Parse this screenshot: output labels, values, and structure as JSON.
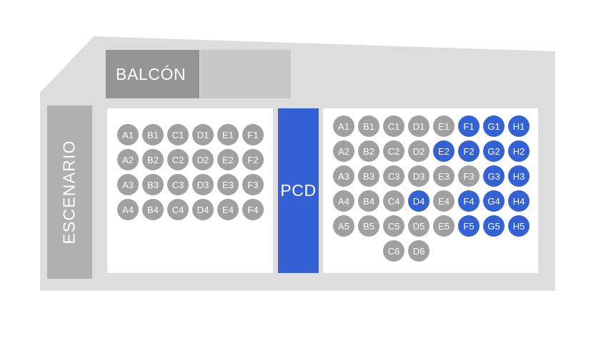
{
  "venue": {
    "outline_color": "#dddddd",
    "panel_color": "#ffffff",
    "background_color": "#ffffff"
  },
  "stage": {
    "label": "ESCENARIO",
    "color": "#b0b0b0",
    "orientation": "vertical"
  },
  "balcony": {
    "label": "BALCÓN",
    "color": "#949494",
    "adjacent_block_color": "#c8c8c8"
  },
  "pcd": {
    "label": "PCD",
    "color": "#3461d4"
  },
  "legend": {
    "available_color": "#a0a0a0",
    "selected_color": "#3461d4"
  },
  "sections": [
    {
      "name": "left-section",
      "columns": [
        "A",
        "B",
        "C",
        "D",
        "E",
        "F"
      ],
      "rows": [
        1,
        2,
        3,
        4
      ],
      "seats": [
        {
          "label": "A1",
          "col": 0,
          "row": 0,
          "state": "available"
        },
        {
          "label": "B1",
          "col": 1,
          "row": 0,
          "state": "available"
        },
        {
          "label": "C1",
          "col": 2,
          "row": 0,
          "state": "available"
        },
        {
          "label": "D1",
          "col": 3,
          "row": 0,
          "state": "available"
        },
        {
          "label": "E1",
          "col": 4,
          "row": 0,
          "state": "available"
        },
        {
          "label": "F1",
          "col": 5,
          "row": 0,
          "state": "available"
        },
        {
          "label": "A2",
          "col": 0,
          "row": 1,
          "state": "available"
        },
        {
          "label": "B2",
          "col": 1,
          "row": 1,
          "state": "available"
        },
        {
          "label": "C2",
          "col": 2,
          "row": 1,
          "state": "available"
        },
        {
          "label": "D2",
          "col": 3,
          "row": 1,
          "state": "available"
        },
        {
          "label": "E2",
          "col": 4,
          "row": 1,
          "state": "available"
        },
        {
          "label": "F2",
          "col": 5,
          "row": 1,
          "state": "available"
        },
        {
          "label": "A3",
          "col": 0,
          "row": 2,
          "state": "available"
        },
        {
          "label": "B3",
          "col": 1,
          "row": 2,
          "state": "available"
        },
        {
          "label": "C3",
          "col": 2,
          "row": 2,
          "state": "available"
        },
        {
          "label": "D3",
          "col": 3,
          "row": 2,
          "state": "available"
        },
        {
          "label": "E3",
          "col": 4,
          "row": 2,
          "state": "available"
        },
        {
          "label": "F3",
          "col": 5,
          "row": 2,
          "state": "available"
        },
        {
          "label": "A4",
          "col": 0,
          "row": 3,
          "state": "available"
        },
        {
          "label": "B4",
          "col": 1,
          "row": 3,
          "state": "available"
        },
        {
          "label": "C4",
          "col": 2,
          "row": 3,
          "state": "available"
        },
        {
          "label": "D4",
          "col": 3,
          "row": 3,
          "state": "available"
        },
        {
          "label": "E4",
          "col": 4,
          "row": 3,
          "state": "available"
        },
        {
          "label": "F4",
          "col": 5,
          "row": 3,
          "state": "available"
        }
      ]
    },
    {
      "name": "right-section",
      "columns": [
        "A",
        "B",
        "C",
        "D",
        "E",
        "F",
        "G",
        "H"
      ],
      "rows": [
        1,
        2,
        3,
        4,
        5,
        6
      ],
      "seats": [
        {
          "label": "A1",
          "col": 0,
          "row": 0,
          "state": "available"
        },
        {
          "label": "B1",
          "col": 1,
          "row": 0,
          "state": "available"
        },
        {
          "label": "C1",
          "col": 2,
          "row": 0,
          "state": "available"
        },
        {
          "label": "D1",
          "col": 3,
          "row": 0,
          "state": "available"
        },
        {
          "label": "E1",
          "col": 4,
          "row": 0,
          "state": "available"
        },
        {
          "label": "F1",
          "col": 5,
          "row": 0,
          "state": "selected"
        },
        {
          "label": "G1",
          "col": 6,
          "row": 0,
          "state": "selected"
        },
        {
          "label": "H1",
          "col": 7,
          "row": 0,
          "state": "selected"
        },
        {
          "label": "A2",
          "col": 0,
          "row": 1,
          "state": "available"
        },
        {
          "label": "B2",
          "col": 1,
          "row": 1,
          "state": "available"
        },
        {
          "label": "C2",
          "col": 2,
          "row": 1,
          "state": "available"
        },
        {
          "label": "D2",
          "col": 3,
          "row": 1,
          "state": "available"
        },
        {
          "label": "E2",
          "col": 4,
          "row": 1,
          "state": "selected"
        },
        {
          "label": "F2",
          "col": 5,
          "row": 1,
          "state": "selected"
        },
        {
          "label": "G2",
          "col": 6,
          "row": 1,
          "state": "selected"
        },
        {
          "label": "H2",
          "col": 7,
          "row": 1,
          "state": "selected"
        },
        {
          "label": "A3",
          "col": 0,
          "row": 2,
          "state": "available"
        },
        {
          "label": "B3",
          "col": 1,
          "row": 2,
          "state": "available"
        },
        {
          "label": "C3",
          "col": 2,
          "row": 2,
          "state": "available"
        },
        {
          "label": "D3",
          "col": 3,
          "row": 2,
          "state": "available"
        },
        {
          "label": "E3",
          "col": 4,
          "row": 2,
          "state": "available"
        },
        {
          "label": "F3",
          "col": 5,
          "row": 2,
          "state": "available"
        },
        {
          "label": "G3",
          "col": 6,
          "row": 2,
          "state": "selected"
        },
        {
          "label": "H3",
          "col": 7,
          "row": 2,
          "state": "selected"
        },
        {
          "label": "A4",
          "col": 0,
          "row": 3,
          "state": "available"
        },
        {
          "label": "B4",
          "col": 1,
          "row": 3,
          "state": "available"
        },
        {
          "label": "C4",
          "col": 2,
          "row": 3,
          "state": "available"
        },
        {
          "label": "D4",
          "col": 3,
          "row": 3,
          "state": "selected"
        },
        {
          "label": "E4",
          "col": 4,
          "row": 3,
          "state": "available"
        },
        {
          "label": "F4",
          "col": 5,
          "row": 3,
          "state": "selected"
        },
        {
          "label": "G4",
          "col": 6,
          "row": 3,
          "state": "selected"
        },
        {
          "label": "H4",
          "col": 7,
          "row": 3,
          "state": "selected"
        },
        {
          "label": "A5",
          "col": 0,
          "row": 4,
          "state": "available"
        },
        {
          "label": "B5",
          "col": 1,
          "row": 4,
          "state": "available"
        },
        {
          "label": "C5",
          "col": 2,
          "row": 4,
          "state": "available"
        },
        {
          "label": "D5",
          "col": 3,
          "row": 4,
          "state": "available"
        },
        {
          "label": "E5",
          "col": 4,
          "row": 4,
          "state": "available"
        },
        {
          "label": "F5",
          "col": 5,
          "row": 4,
          "state": "selected"
        },
        {
          "label": "G5",
          "col": 6,
          "row": 4,
          "state": "selected"
        },
        {
          "label": "H5",
          "col": 7,
          "row": 4,
          "state": "selected"
        },
        {
          "label": "C6",
          "col": 2,
          "row": 5,
          "state": "available"
        },
        {
          "label": "D6",
          "col": 3,
          "row": 5,
          "state": "available"
        }
      ]
    }
  ]
}
